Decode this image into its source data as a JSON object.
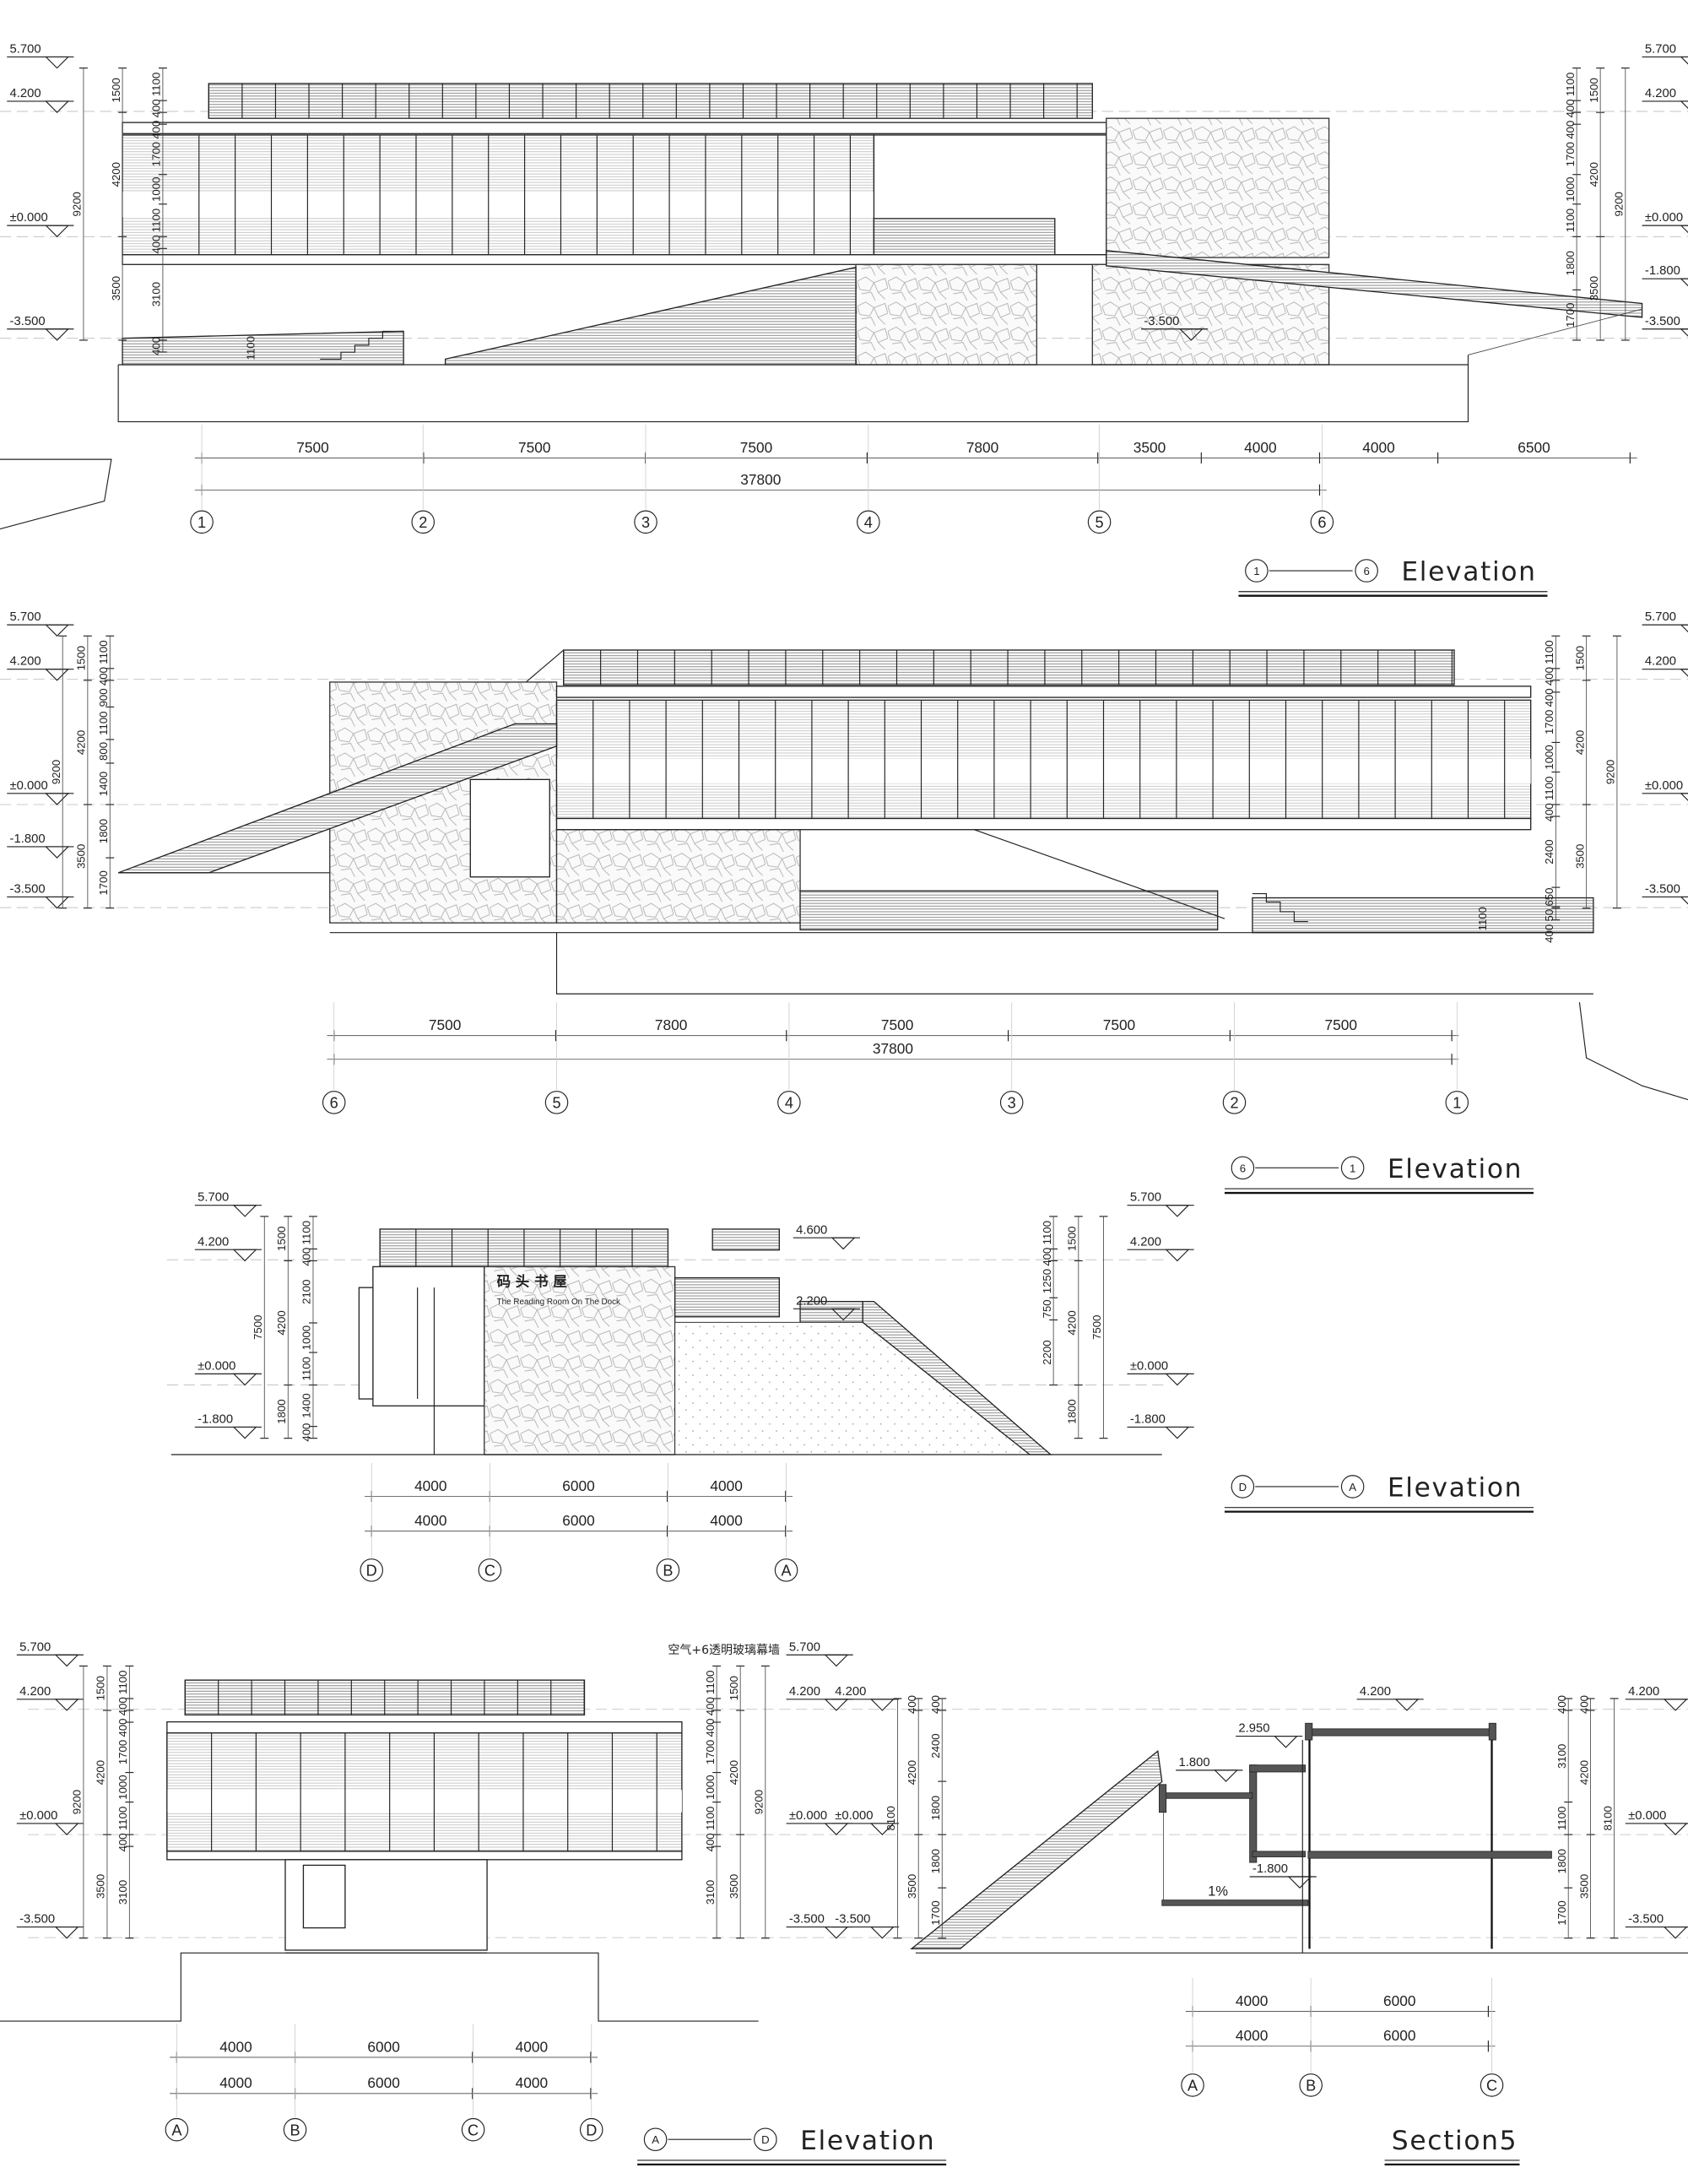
{
  "drawings": [
    {
      "title": {
        "from": "1",
        "to": "6",
        "label": "Elevation"
      },
      "levels_left": [
        "5.700",
        "4.200",
        "±0.000",
        "-3.500"
      ],
      "levels_right": [
        "5.700",
        "4.200",
        "±0.000",
        "-1.800",
        "-3.500"
      ],
      "levels_inner": [
        "-3.500"
      ],
      "dims_left": [
        [
          "9200"
        ],
        [
          "1500",
          "4200",
          "3500"
        ],
        [
          "1100",
          "400",
          "400",
          "1700",
          "1000",
          "1100",
          "400",
          "3100",
          "400"
        ]
      ],
      "dims_right": [
        [
          "1100",
          "400",
          "400",
          "1700",
          "1000",
          "1100",
          "1800",
          "1700"
        ],
        [
          "1500",
          "4200",
          "3500"
        ],
        [
          "9200"
        ]
      ],
      "dim_rows": [
        [
          "7500",
          "7500",
          "7500",
          "7800",
          "3500",
          "4000",
          "4000",
          "6500"
        ],
        [
          "37800"
        ]
      ],
      "axes": [
        "1",
        "2",
        "3",
        "4",
        "5",
        "6"
      ],
      "notes": [
        "1100"
      ]
    },
    {
      "title": {
        "from": "6",
        "to": "1",
        "label": "Elevation"
      },
      "levels_left": [
        "5.700",
        "4.200",
        "±0.000",
        "-1.800",
        "-3.500"
      ],
      "levels_right": [
        "5.700",
        "4.200",
        "±0.000",
        "-3.500"
      ],
      "levels_inner": [],
      "dims_left": [
        [
          "9200"
        ],
        [
          "1500",
          "4200",
          "3500"
        ],
        [
          "1100",
          "400",
          "900",
          "1100",
          "800",
          "1400",
          "1800",
          "1700"
        ]
      ],
      "dims_right": [
        [
          "1100",
          "400",
          "400",
          "1700",
          "1000",
          "1100",
          "400",
          "2400",
          "650",
          "50",
          "400"
        ],
        [
          "1500",
          "4200",
          "3500"
        ],
        [
          "9200"
        ]
      ],
      "dim_rows": [
        [
          "7500",
          "7800",
          "7500",
          "7500",
          "7500"
        ],
        [
          "37800"
        ]
      ],
      "axes": [
        "6",
        "5",
        "4",
        "3",
        "2",
        "1"
      ],
      "notes": [
        "1100"
      ]
    },
    {
      "title": {
        "from": "D",
        "to": "A",
        "label": "Elevation"
      },
      "levels_left": [
        "5.700",
        "4.200",
        "±0.000",
        "-1.800"
      ],
      "levels_right": [
        "5.700",
        "4.200",
        "±0.000",
        "-1.800"
      ],
      "levels_inner": [
        "4.600",
        "2.200"
      ],
      "dims_left": [
        [
          "7500"
        ],
        [
          "1500",
          "4200",
          "1800"
        ],
        [
          "1100",
          "400",
          "2100",
          "1000",
          "1100",
          "1400",
          "400"
        ]
      ],
      "dims_right": [
        [
          "1100",
          "400",
          "1250",
          "750",
          "2200"
        ],
        [
          "1500",
          "4200",
          "1800"
        ],
        [
          "7500"
        ]
      ],
      "dim_rows": [
        [
          "4000",
          "6000",
          "4000"
        ],
        [
          "4000",
          "6000",
          "4000"
        ]
      ],
      "axes": [
        "D",
        "C",
        "B",
        "A"
      ],
      "notes": []
    },
    {
      "title": {
        "from": "A",
        "to": "D",
        "label": "Elevation"
      },
      "levels_left": [
        "5.700",
        "4.200",
        "±0.000",
        "-3.500"
      ],
      "levels_right": [
        "5.700",
        "4.200",
        "±0.000",
        "-3.500"
      ],
      "levels_inner": [],
      "dims_left": [
        [
          "9200"
        ],
        [
          "1500",
          "4200",
          "3500"
        ],
        [
          "1100",
          "400",
          "400",
          "1700",
          "1000",
          "1100",
          "400",
          "3100"
        ]
      ],
      "dims_right": [
        [
          "1100",
          "400",
          "400",
          "1700",
          "1000",
          "1100",
          "400",
          "3100"
        ],
        [
          "1500",
          "4200",
          "3500"
        ],
        [
          "9200"
        ]
      ],
      "dim_rows": [
        [
          "4000",
          "6000",
          "4000"
        ],
        [
          "4000",
          "6000",
          "4000"
        ]
      ],
      "axes": [
        "A",
        "B",
        "C",
        "D"
      ],
      "notes": []
    },
    {
      "title": {
        "label": "Section5"
      },
      "levels_left": [
        "4.200",
        "±0.000",
        "-3.500"
      ],
      "levels_right": [
        "4.200",
        "±0.000",
        "-3.500"
      ],
      "levels_inner": [
        "4.200",
        "2.950",
        "1.800",
        "-1.800"
      ],
      "dims_left": [
        [
          "8100"
        ],
        [
          "400",
          "4200",
          "3500"
        ],
        [
          "400",
          "2400",
          "1800",
          "1800",
          "1700"
        ]
      ],
      "dims_right": [
        [
          "400",
          "3100",
          "1100",
          "1800",
          "1700"
        ],
        [
          "400",
          "4200",
          "3500"
        ],
        [
          "8100"
        ]
      ],
      "dim_rows": [
        [
          "4000",
          "6000"
        ],
        [
          "4000",
          "6000"
        ]
      ],
      "axes": [
        "A",
        "B",
        "C"
      ],
      "notes": [
        "1%"
      ]
    }
  ],
  "sign": {
    "cn": "码 头 书 屋",
    "en": "The Reading Room On The Dock"
  },
  "annotation": "空气+6透明玻璃幕墙"
}
